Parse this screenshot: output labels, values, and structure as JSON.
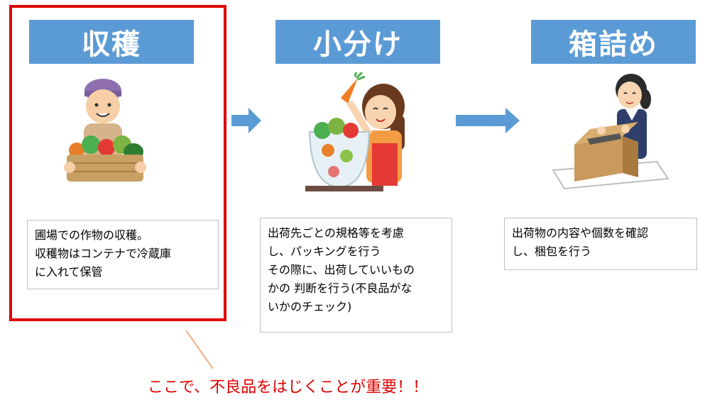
{
  "steps": [
    {
      "title": "収穫",
      "lines": [
        "圃場での作物の収穫。",
        "収穫物はコンテナで冷蔵庫",
        "に入れて保管"
      ]
    },
    {
      "title": "小分け",
      "lines": [
        "出荷先ごとの規格等を考慮",
        "し、パッキングを行う",
        "その際に、出荷していいもの",
        "かの 判断を行う(不良品がな",
        "いかのチェック)"
      ]
    },
    {
      "title": "箱詰め",
      "lines": [
        "出荷物の内容や個数を確認",
        "し、梱包を行う"
      ]
    }
  ],
  "callout": "ここで、不良品をはじくことが重要！！",
  "colors": {
    "header_bg": "#5b9bd5",
    "arrow": "#5b9bd5",
    "highlight": "#e00000",
    "callout_line": "#f4b183"
  },
  "icons": [
    "farmer-with-vegetable-basket-illustration",
    "woman-packing-vegetables-illustration",
    "woman-packing-box-illustration"
  ]
}
